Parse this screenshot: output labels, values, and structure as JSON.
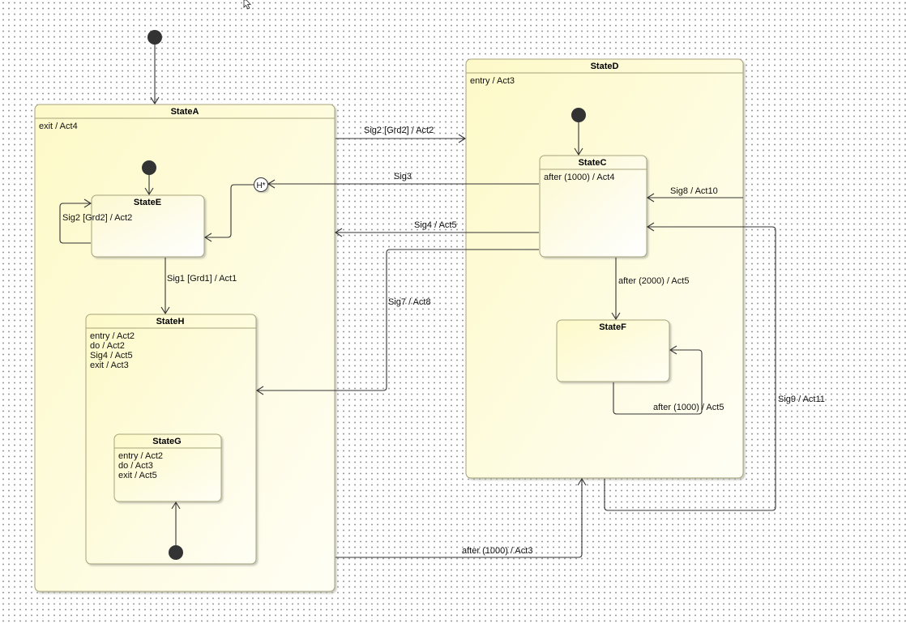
{
  "diagram": {
    "type": "UML state machine",
    "states": {
      "stateA": {
        "name": "StateA",
        "activities": [
          "exit / Act4"
        ]
      },
      "stateD": {
        "name": "StateD",
        "activities": [
          "entry / Act3"
        ]
      },
      "stateE": {
        "name": "StateE",
        "activities": []
      },
      "stateH": {
        "name": "StateH",
        "activities": [
          "entry / Act2",
          "do / Act2",
          "Sig4 / Act5",
          "exit / Act3"
        ]
      },
      "stateG": {
        "name": "StateG",
        "activities": [
          "entry / Act2",
          "do / Act3",
          "exit / Act5"
        ]
      },
      "stateC": {
        "name": "StateC",
        "activities": [
          "after (1000) / Act4"
        ]
      },
      "stateF": {
        "name": "StateF",
        "activities": []
      }
    },
    "history": {
      "label": "H*"
    },
    "transitions": {
      "a_to_d": "Sig2 [Grd2] / Act2",
      "c_to_history": "Sig3",
      "c_to_a": "Sig4 / Act5",
      "c_to_h": "Sig7 / Act8",
      "e_self": "Sig2 [Grd2] / Act2",
      "e_to_h": "Sig1 [Grd1] / Act1",
      "d_to_c": "Sig8 / Act10",
      "d_to_c_loop": "Sig9 / Act11",
      "c_to_f": "after (2000) / Act5",
      "f_self": "after (1000) / Act5",
      "a_to_d_timer": "after (1000) / Act3"
    }
  }
}
